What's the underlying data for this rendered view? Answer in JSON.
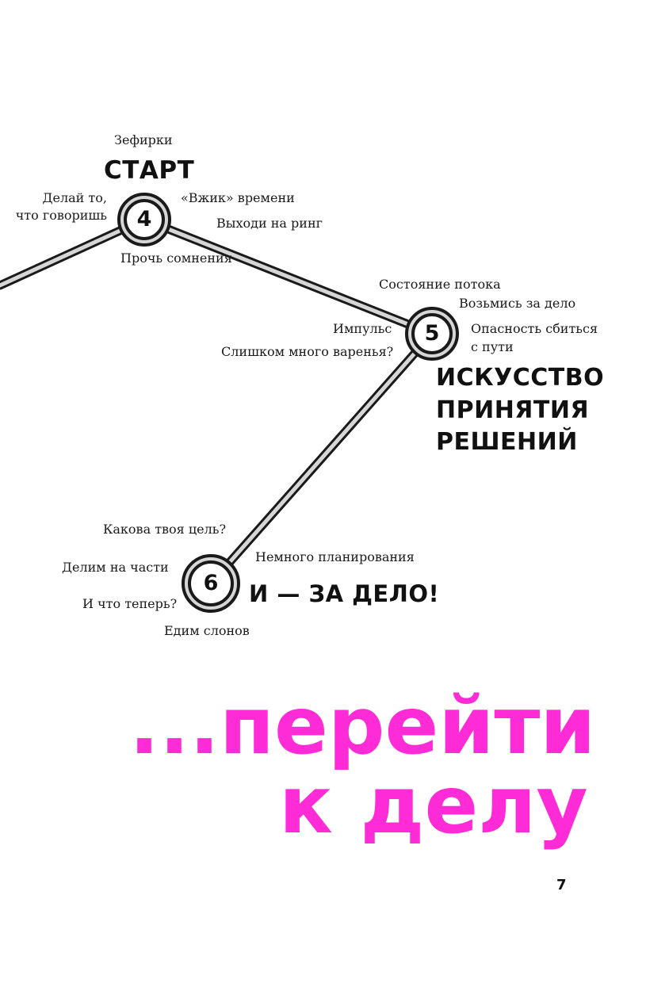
{
  "labels": {
    "zefirki": "Зефирки",
    "delai_1": "Делай то,",
    "delai_2": "что говоришь",
    "vzhik": "«Вжик» времени",
    "ring": "Выходи на ринг",
    "proch": "Прочь сомнения",
    "potok": "Состояние потока",
    "vozmis": "Возьмись за дело",
    "impuls": "Импульс",
    "opasnost_1": "Опасность сбиться",
    "opasnost_2": "с пути",
    "varenie": "Слишком много варенья?",
    "cel": "Какова твоя цель?",
    "planirovanie": "Немного планирования",
    "delim": "Делим на части",
    "teper": "И что теперь?",
    "slony": "Едим слонов"
  },
  "headings": {
    "start": "СТАРТ",
    "iskusstvo_1": "ИСКУССТВО",
    "iskusstvo_2": "ПРИНЯТИЯ",
    "iskusstvo_3": "РЕШЕНИЙ",
    "za_delo": "И — ЗА ДЕЛО!"
  },
  "nodes": {
    "n4": "4",
    "n5": "5",
    "n6": "6"
  },
  "title": {
    "line1": "...перейти",
    "line2": "к делу"
  },
  "page_number": "7",
  "colors": {
    "accent": "#ff2bd6",
    "ink": "#1a1a1a",
    "road_fill": "#d6d6d6"
  }
}
